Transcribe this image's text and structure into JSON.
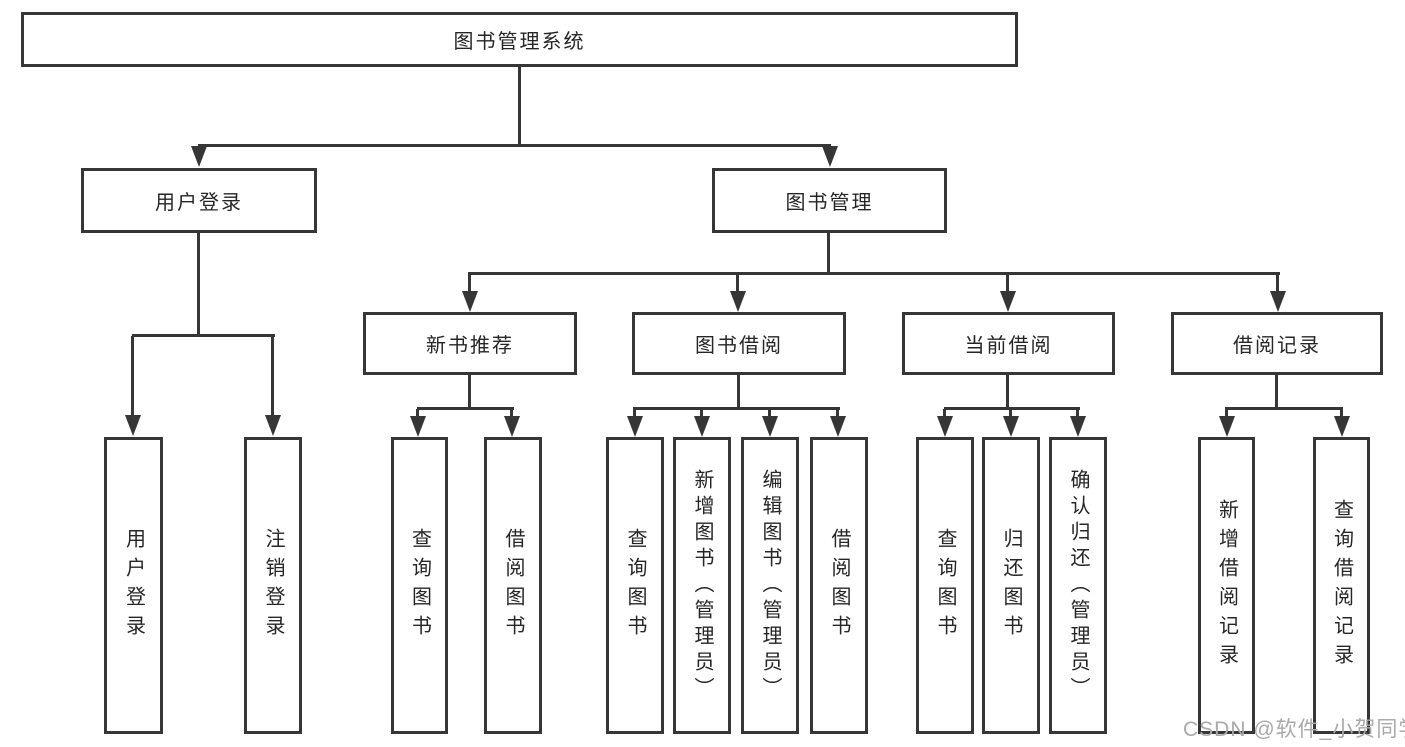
{
  "diagram": {
    "root": "图书管理系统",
    "branches": [
      {
        "label": "用户登录",
        "children": [
          "用户登录",
          "注销登录"
        ]
      },
      {
        "label": "图书管理",
        "sections": [
          {
            "label": "新书推荐",
            "children": [
              "查询图书",
              "借阅图书"
            ]
          },
          {
            "label": "图书借阅",
            "children": [
              "查询图书",
              "新增图书（管理员）",
              "编辑图书（管理员）",
              "借阅图书"
            ]
          },
          {
            "label": "当前借阅",
            "children": [
              "查询图书",
              "归还图书",
              "确认归还（管理员）"
            ]
          },
          {
            "label": "借阅记录",
            "children": [
              "新增借阅记录",
              "查询借阅记录"
            ]
          }
        ]
      }
    ]
  },
  "watermark": {
    "text": "CSDN @软件_小贺同学",
    "color": "#a9a9a9"
  },
  "colors": {
    "line": "#363636",
    "text": "#262626",
    "background": "#ffffff"
  }
}
